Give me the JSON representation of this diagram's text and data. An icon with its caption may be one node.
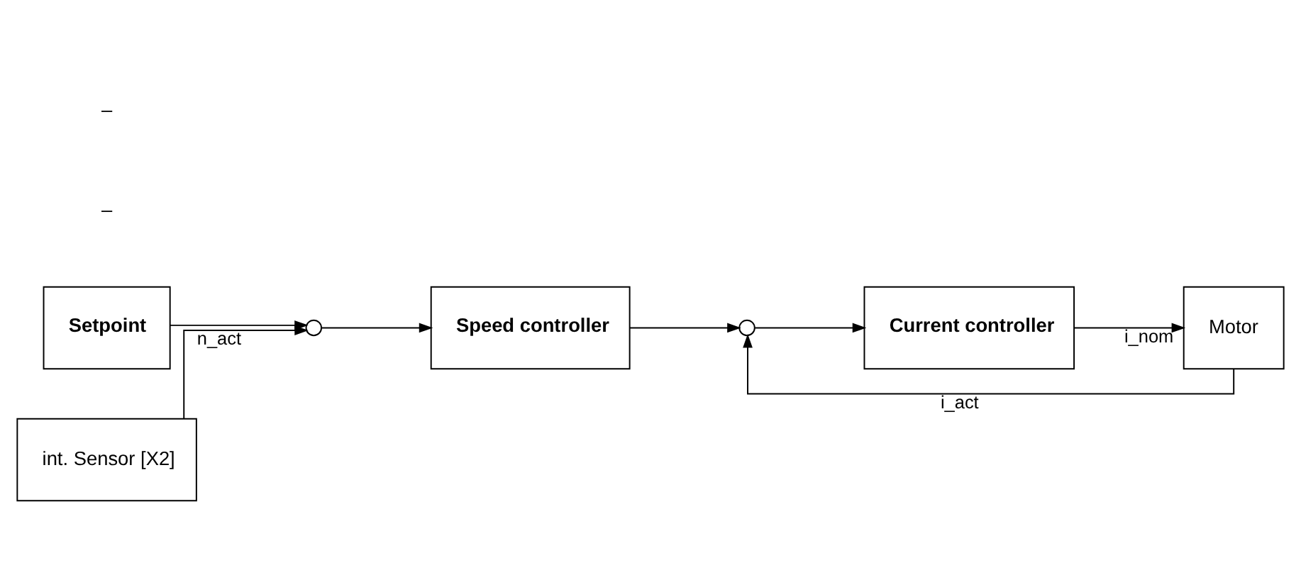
{
  "diagram": {
    "nodes": [
      {
        "text": [
          "Setpoint"
        ]
      },
      {
        "text": [],
        "shape": "circle"
      },
      {
        "text": [
          "Speed controller"
        ]
      },
      {
        "text": [],
        "shape": "circle"
      },
      {
        "text": [
          "Current controller"
        ]
      },
      {
        "text": [
          "Motor"
        ]
      },
      {
        "text": [
          "int. Sensor [X2]"
        ]
      }
    ],
    "edges": [
      {
        "from": 0,
        "to": 1,
        "arrow": "to"
      },
      {
        "from": 1,
        "to": 2,
        "arrow": "to"
      },
      {
        "from": 2,
        "to": 3,
        "arrow": "to"
      },
      {
        "from": 3,
        "to": 4,
        "arrow": "to"
      },
      {
        "from": 4,
        "to": 5,
        "arrow": "to",
        "label": "i_nom"
      },
      {
        "from": 5,
        "to": 3,
        "arrow": "to",
        "label": "i_act"
      },
      {
        "from": 6,
        "to": 1,
        "arrow": "to",
        "label": "n_act"
      }
    ],
    "labels": [
      "–",
      "–"
    ]
  }
}
